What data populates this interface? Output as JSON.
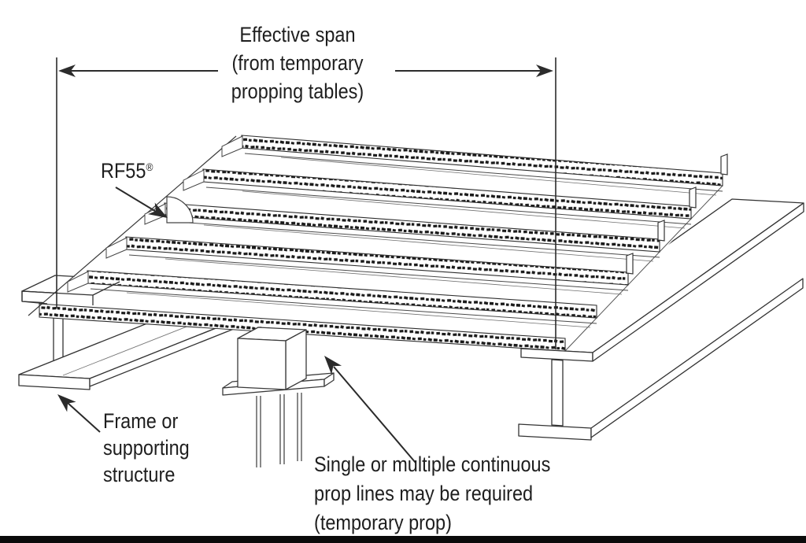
{
  "labels": {
    "effective_span": "Effective span\n(from temporary\npropping tables)",
    "rf55": "RF55",
    "rf55_reg": "®",
    "frame": "Frame or\nsupporting\nstructure",
    "prop_note": "Single or multiple continuous\nprop lines may be required\n(temporary prop)"
  },
  "colors": {
    "line": "#2e2e2e",
    "text": "#1e1e1e",
    "texture": "#1a1a1a",
    "footer_bar": "#0b0b0b",
    "background": "#ffffff"
  }
}
